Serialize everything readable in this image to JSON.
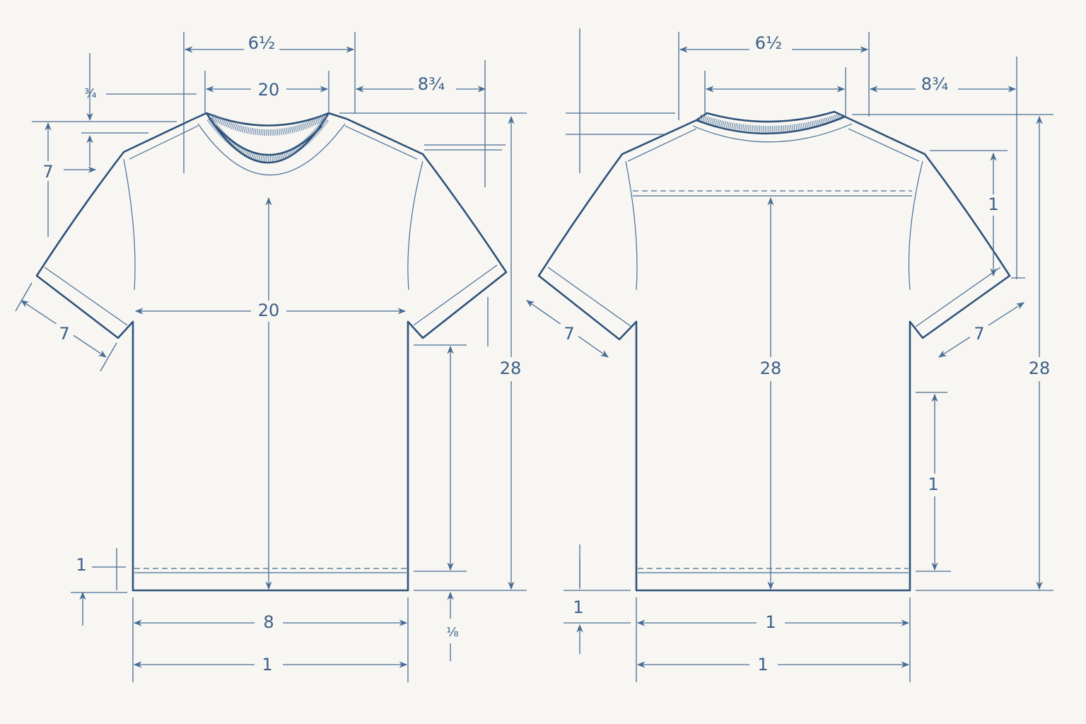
{
  "colors": {
    "line": "#2f5279",
    "dimension": "#4a6d94",
    "text": "#3b5f88",
    "background": "#f7f6f2"
  },
  "front": {
    "neck_opening": "6½",
    "neck_width": "20",
    "neck_drop": "¾",
    "shoulder": "8¾",
    "armhole": "7",
    "chest": "20",
    "sleeve_opening": "7",
    "body_length": "28",
    "hem_height": "1",
    "hem_width": "8",
    "bottom_width": "1",
    "side_slit": "⅛"
  },
  "back": {
    "neck_opening": "6½",
    "shoulder": "8¾",
    "armhole": "1",
    "sleeve_left": "7",
    "center_length": "28",
    "sleeve_right": "7",
    "body_length": "28",
    "side_seam": "1",
    "hem_height": "1",
    "hem_width": "1",
    "bottom_width": "1"
  }
}
